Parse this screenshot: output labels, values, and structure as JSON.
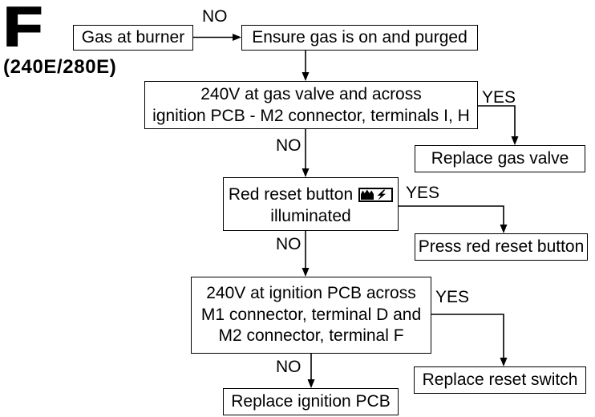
{
  "header": {
    "letter": "F",
    "models": "(240E/280E)"
  },
  "nodes": [
    {
      "lines": [
        "Gas at burner"
      ]
    },
    {
      "lines": [
        "Ensure gas is on and purged"
      ]
    },
    {
      "lines": [
        "240V at gas valve and across",
        "ignition PCB - M2 connector, terminals I, H"
      ]
    },
    {
      "lines": [
        "Replace gas valve"
      ]
    },
    {
      "lines": [
        "Red reset button",
        "illuminated"
      ],
      "icon": "flame-lightning-icon"
    },
    {
      "lines": [
        "Press red reset button"
      ]
    },
    {
      "lines": [
        "240V at ignition PCB across",
        "M1 connector, terminal D and",
        "M2 connector, terminal F"
      ]
    },
    {
      "lines": [
        "Replace reset switch"
      ]
    },
    {
      "lines": [
        "Replace ignition PCB"
      ]
    }
  ],
  "edges": [
    {
      "from": 0,
      "to": 1,
      "label": "NO"
    },
    {
      "from": 1,
      "to": 2
    },
    {
      "from": 2,
      "to": 3,
      "label": "YES"
    },
    {
      "from": 2,
      "to": 4,
      "label": "NO"
    },
    {
      "from": 4,
      "to": 5,
      "label": "YES"
    },
    {
      "from": 4,
      "to": 6,
      "label": "NO"
    },
    {
      "from": 6,
      "to": 7,
      "label": "YES"
    },
    {
      "from": 6,
      "to": 8,
      "label": "NO"
    }
  ],
  "colors": {
    "ink": "#000000",
    "paper": "#ffffff"
  }
}
